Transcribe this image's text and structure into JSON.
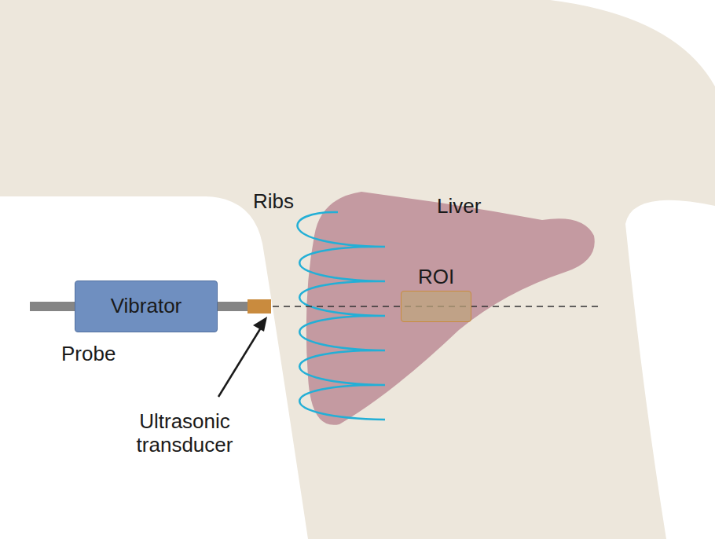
{
  "diagram": {
    "nodes": [
      {
        "text": [
          "Vibrator"
        ]
      },
      {
        "text": [
          "ROI"
        ]
      }
    ],
    "labels": [
      "Ribs",
      "Liver",
      "Probe",
      "Ultrasonic transducer"
    ]
  }
}
